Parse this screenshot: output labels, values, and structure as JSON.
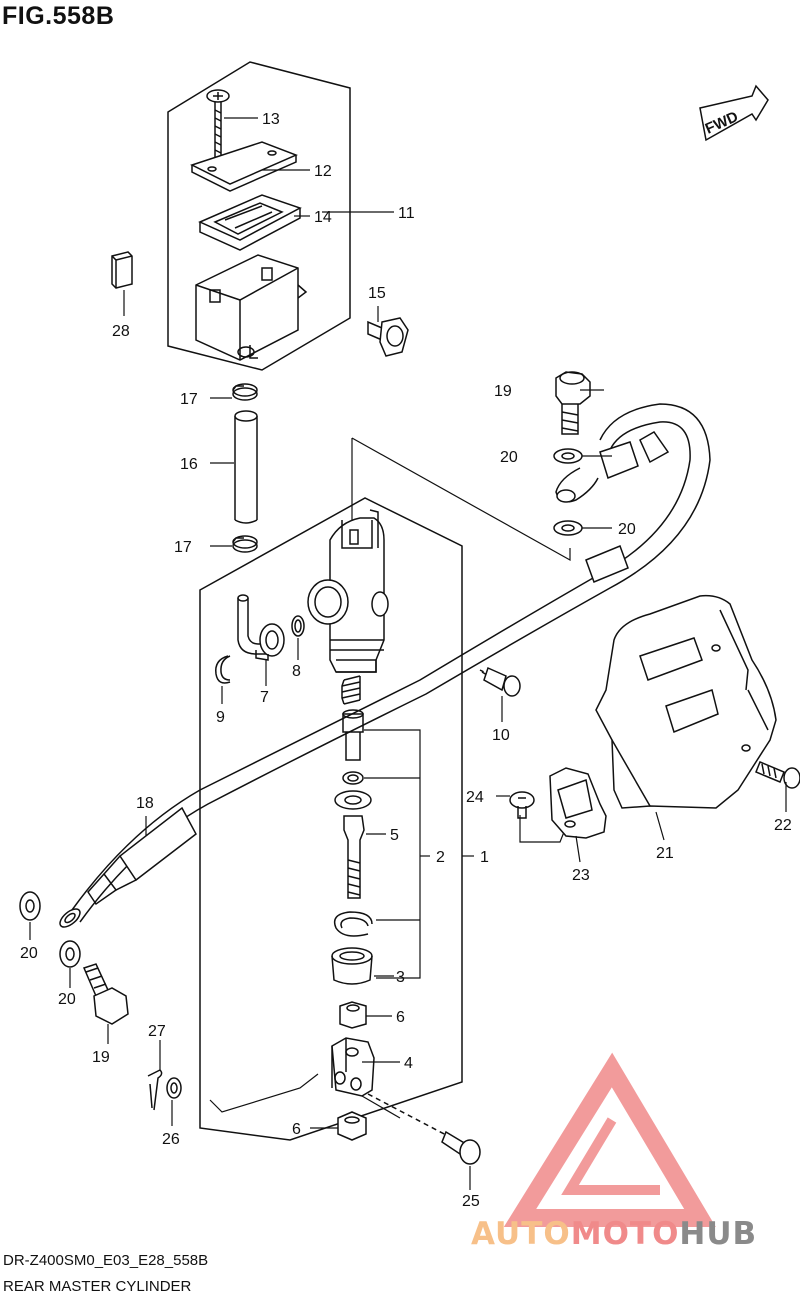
{
  "figure": {
    "title": "FIG.558B",
    "code": "DR-Z400SM0_E03_E28_558B",
    "name": "REAR MASTER CYLINDER"
  },
  "direction_label": "FWD",
  "watermark": {
    "part_a": "AUTO",
    "part_b": "MOTO",
    "part_c": "HUB"
  },
  "callouts": {
    "p1": "1",
    "p2": "2",
    "p3": "3",
    "p4": "4",
    "p5": "5",
    "p6a": "6",
    "p6b": "6",
    "p7": "7",
    "p8": "8",
    "p9": "9",
    "p10": "10",
    "p11": "11",
    "p12": "12",
    "p13": "13",
    "p14": "14",
    "p15": "15",
    "p16": "16",
    "p17a": "17",
    "p17b": "17",
    "p18": "18",
    "p19a": "19",
    "p19b": "19",
    "p20a": "20",
    "p20b": "20",
    "p20c": "20",
    "p20d": "20",
    "p21": "21",
    "p22": "22",
    "p23": "23",
    "p24": "24",
    "p25": "25",
    "p26": "26",
    "p27": "27",
    "p28": "28"
  },
  "colors": {
    "line": "#111111",
    "watermark_triangle": "#f08a8a"
  }
}
